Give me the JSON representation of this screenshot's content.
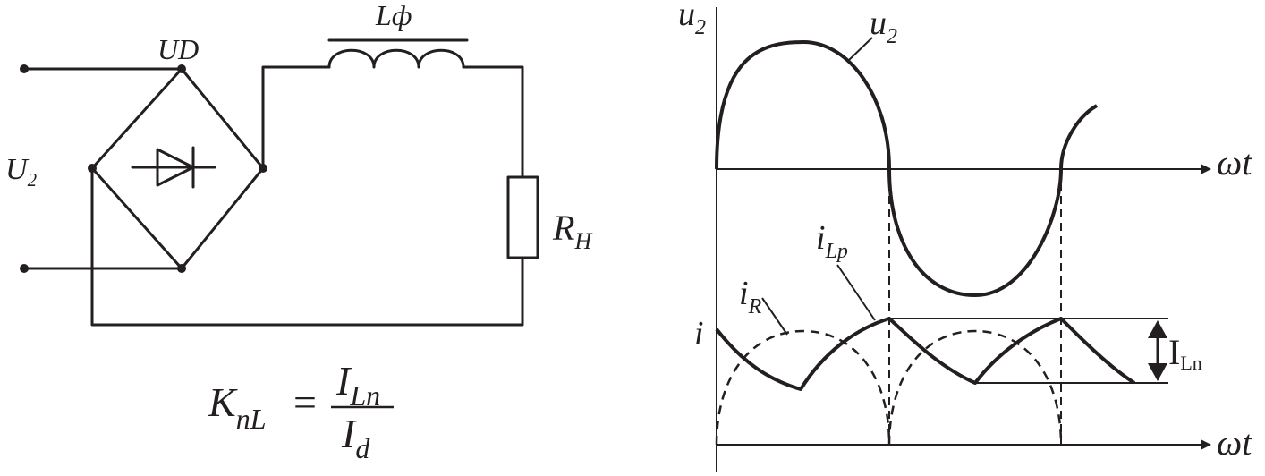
{
  "circuit": {
    "input_label": "U",
    "input_sub": "2",
    "bridge_label": "UD",
    "inductor_label": "Lф",
    "load_label": "R",
    "load_sub": "H"
  },
  "formula": {
    "lhs": "K",
    "lhs_sub": "nL",
    "equals": "=",
    "num": "I",
    "num_sub": "Ln",
    "den": "I",
    "den_sub": "d"
  },
  "graph_top": {
    "axis_label": "u",
    "axis_sub": "2",
    "curve_label": "u",
    "curve_sub": "2",
    "x_label": "ωt"
  },
  "graph_bottom": {
    "axis_label": "i",
    "x_label": "ωt",
    "ir_label": "i",
    "ir_sub": "R",
    "ilp_label": "i",
    "ilp_sub": "Lp",
    "ripple_label": "I",
    "ripple_sub": "Ln"
  }
}
